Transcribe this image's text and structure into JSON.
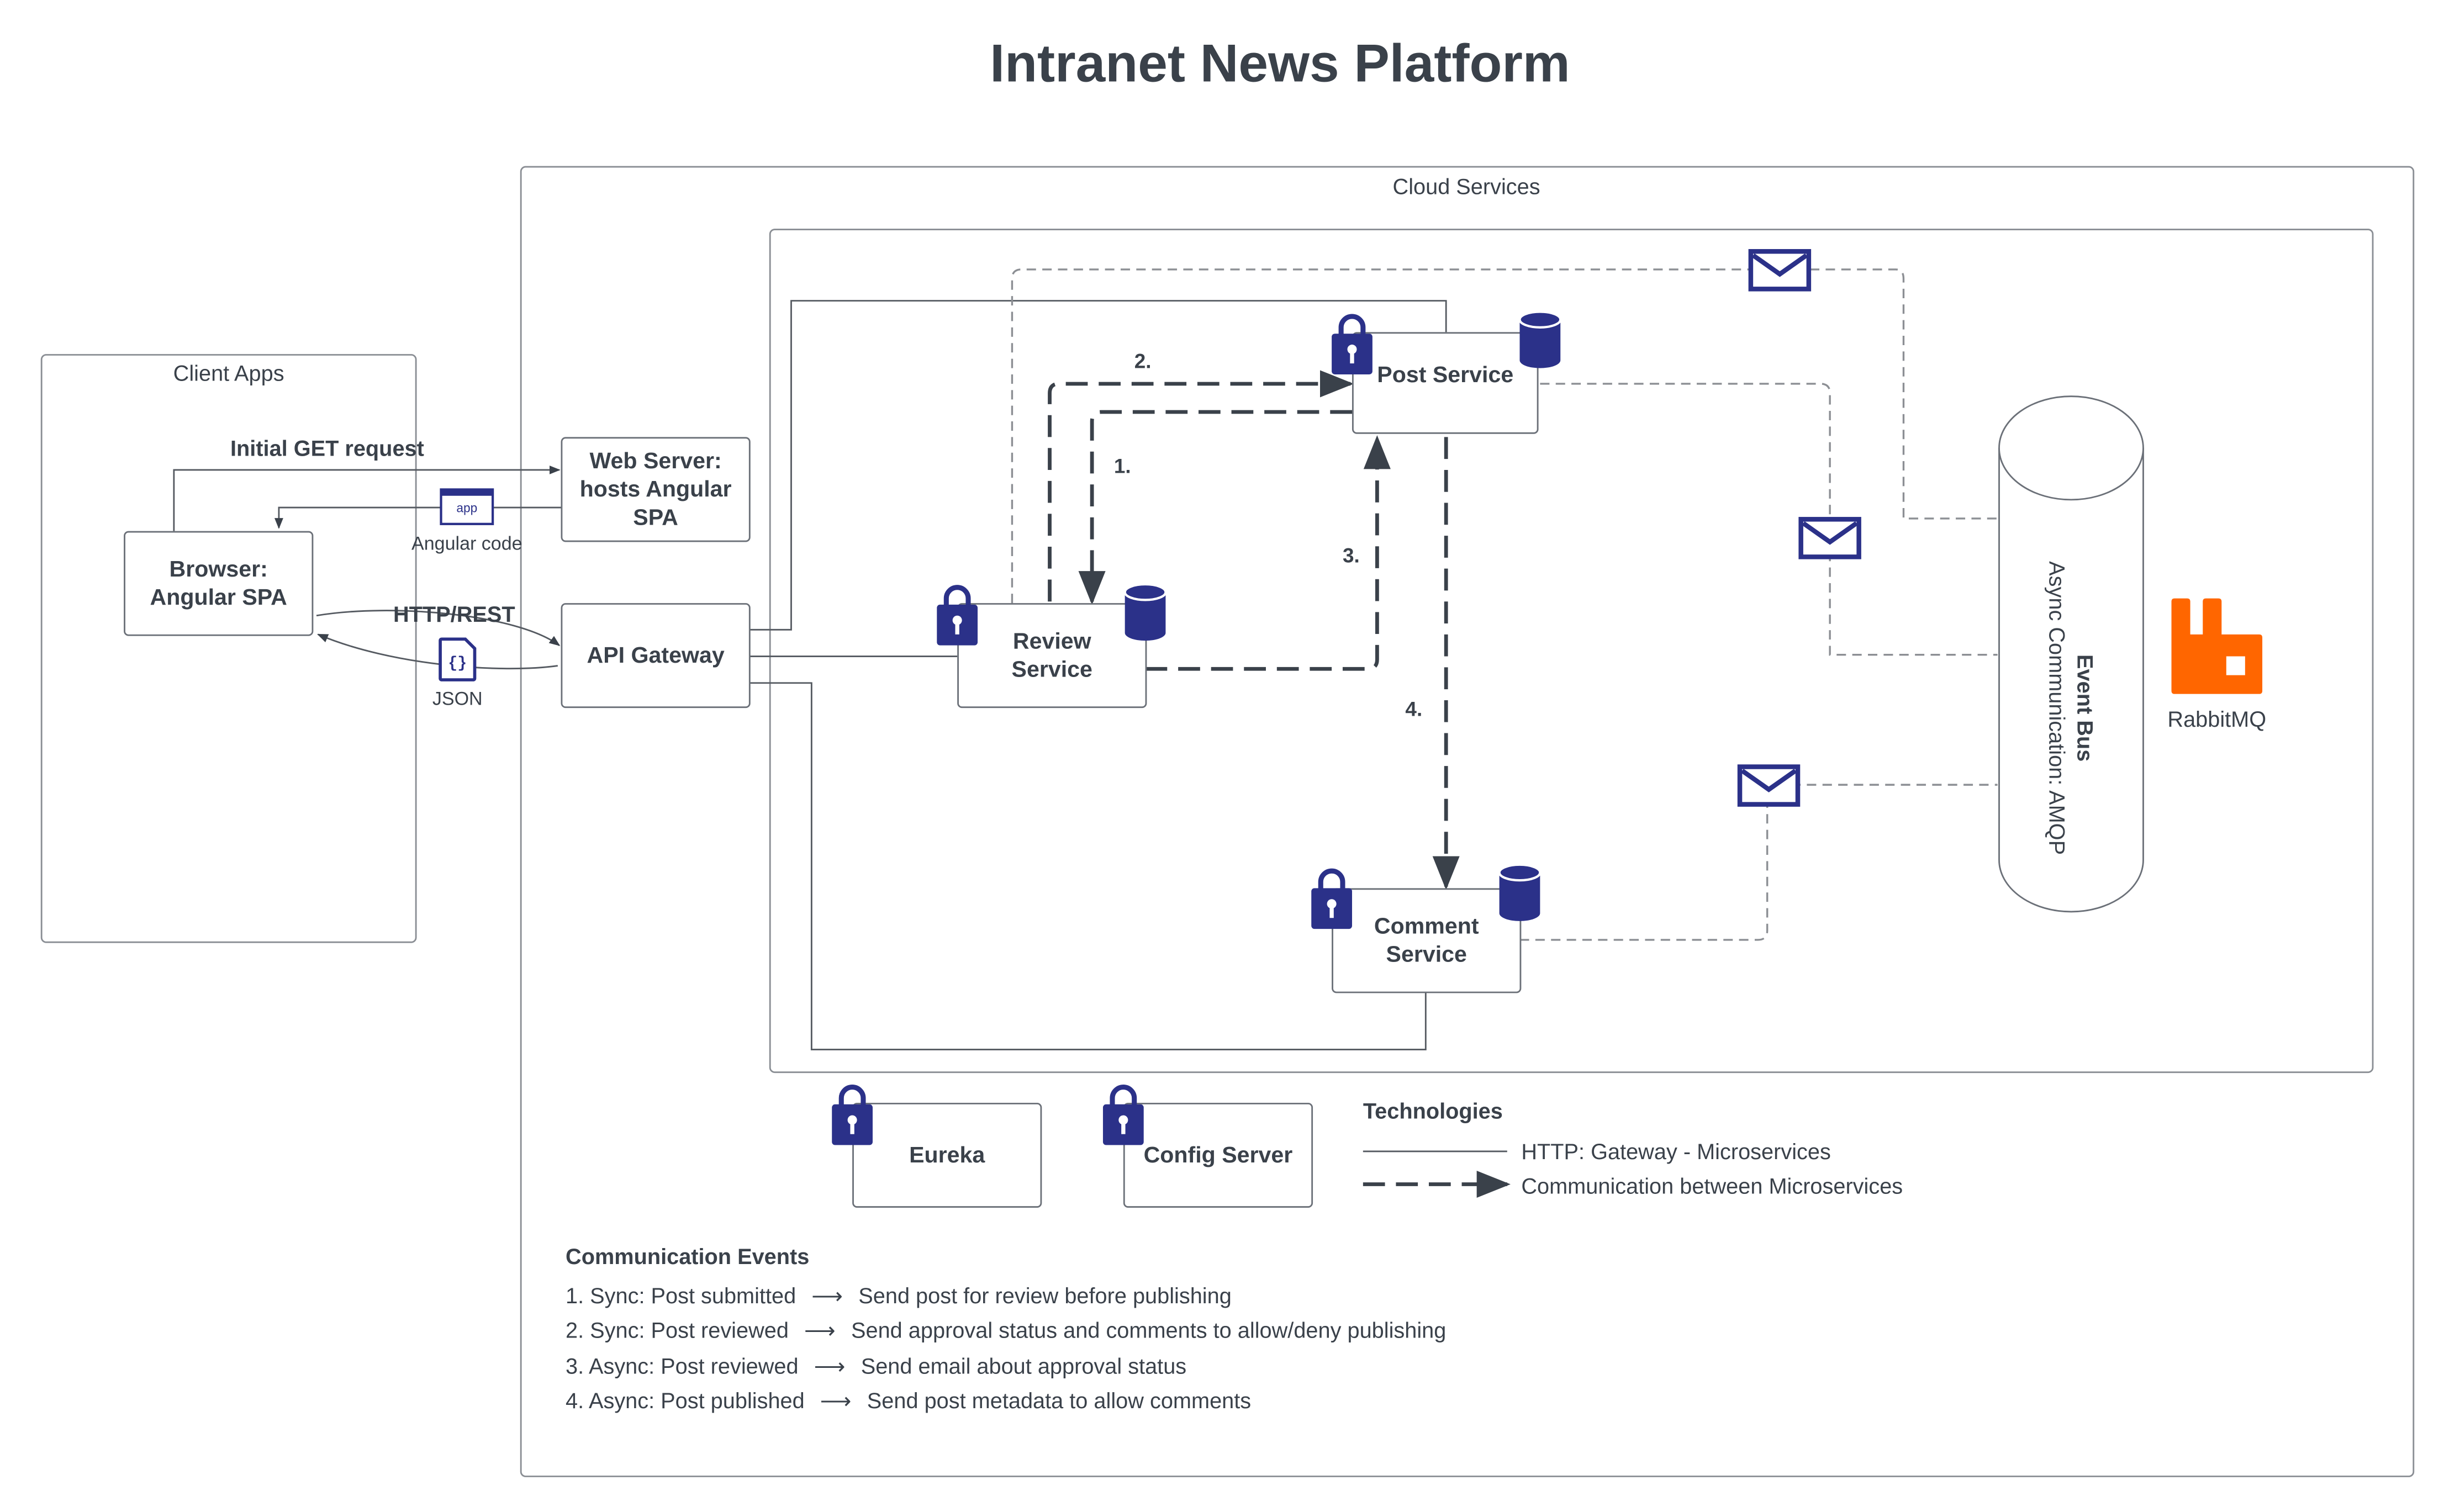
{
  "title": "Intranet News Platform",
  "groups": {
    "client_apps": "Client Apps",
    "cloud_services": "Cloud Services"
  },
  "nodes": {
    "browser": "Browser:\nAngular SPA",
    "web_server": "Web Server:\nhosts Angular\nSPA",
    "api_gateway": "API Gateway",
    "review_service": "Review\nService",
    "post_service": "Post Service",
    "comment_service": "Comment\nService",
    "eureka": "Eureka",
    "config_server": "Config Server"
  },
  "edge_labels": {
    "initial_get": "Initial GET request",
    "angular_code": "Angular code",
    "app_icon_text": "app",
    "http_rest": "HTTP/REST",
    "json": "JSON",
    "json_icon_text": "{}",
    "step1": "1.",
    "step2": "2.",
    "step3": "3.",
    "step4": "4."
  },
  "event_bus": {
    "title": "Event Bus",
    "subtitle": "Async Communication: AMQP"
  },
  "rabbitmq": "RabbitMQ",
  "technologies": {
    "heading": "Technologies",
    "items": [
      {
        "style": "solid",
        "label": "HTTP: Gateway - Microservices"
      },
      {
        "style": "dashed-arrow",
        "label": "Communication between Microservices"
      }
    ]
  },
  "communication_events": {
    "heading": "Communication Events",
    "items": [
      {
        "event": "1. Sync: Post submitted",
        "action": "Send post for review before publishing"
      },
      {
        "event": "2. Sync: Post reviewed",
        "action": "Send approval status and comments to allow/deny publishing"
      },
      {
        "event": "3. Async: Post reviewed",
        "action": "Send email about approval status"
      },
      {
        "event": "4. Async: Post published",
        "action": "Send post metadata to allow comments"
      }
    ]
  },
  "arrow_glyph": "⟶",
  "colors": {
    "text": "#3a414a",
    "icon_navy": "#2b3189",
    "rabbitmq_orange": "#ff6600",
    "line": "#555a61",
    "dashed_grey": "#8c8f94"
  },
  "icons": [
    "lock-icon",
    "database-icon",
    "envelope-icon",
    "json-file-icon",
    "app-window-icon",
    "rabbitmq-logo"
  ]
}
